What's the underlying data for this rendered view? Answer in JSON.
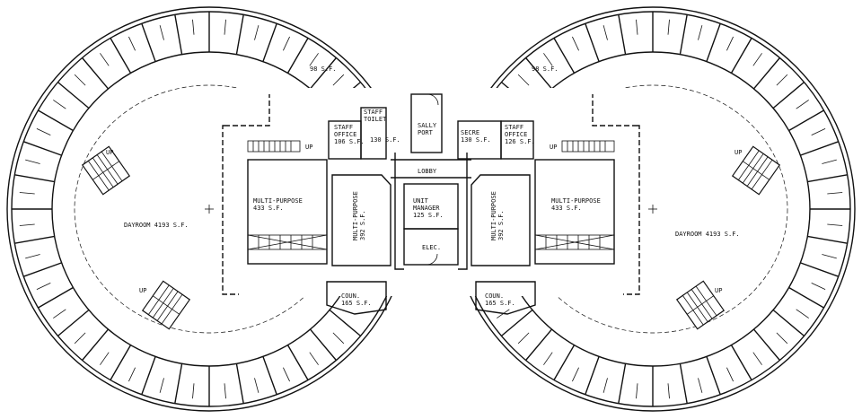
{
  "labels": {
    "dayroom_left": "DAYROOM 4193 S.F.",
    "dayroom_right": "DAYROOM 4193 S.F.",
    "sf98_left": "98 S.F.",
    "sf98_right": "98 S.F.",
    "staff_toilet": "STAFF\nTOILET",
    "staff_office_left": "STAFF\nOFFICE\n106 S.F.",
    "staff_office_right": "STAFF\nOFFICE\n126 S.F.",
    "sf130_left": "130 S.F.",
    "secre": "SECRE\n130 S.F.",
    "sally_port": "SALLY\nPORT",
    "lobby": "LOBBY",
    "mp_left": "MULTI-PURPOSE\n433 S.F.",
    "mp_right": "MULTI-PURPOSE\n433 S.F.",
    "mp_vert_left": "MULTI-PURPOSE\n392 S.F.",
    "mp_vert_right": "MULTI-PURPOSE\n392 S.F.",
    "unit_manager": "UNIT\nMANAGER\n125 S.F.",
    "elec": "ELEC.",
    "coun_left": "COUN.\n165 S.F.",
    "coun_right": "COUN.\n165 S.F.",
    "up": "UP"
  },
  "structure": {
    "cells_per_pod": 30,
    "pods": 2,
    "icon_stair": "stair-icon",
    "icon_center": "center-mark-icon"
  }
}
